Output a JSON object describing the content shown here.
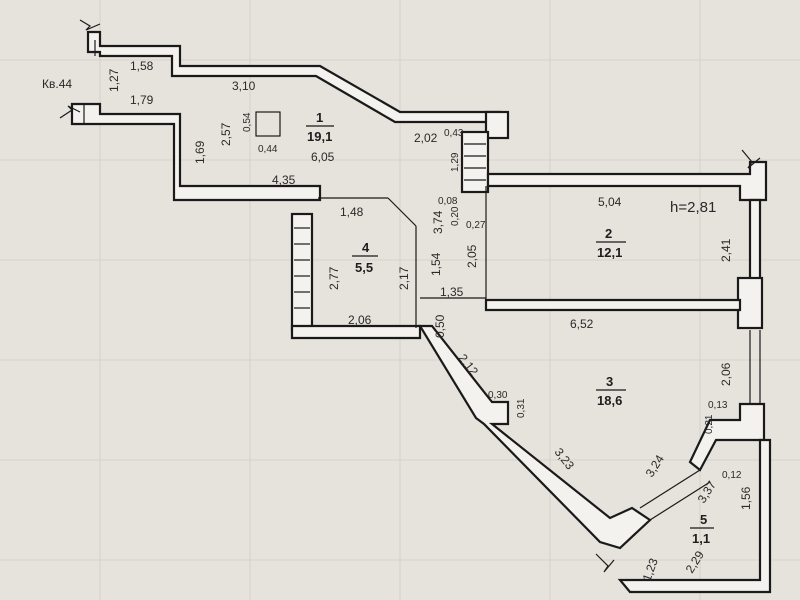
{
  "apartment": {
    "label": "Кв.44"
  },
  "height_label": "h=2,81",
  "rooms": [
    {
      "id": "room-1",
      "number": "1",
      "area": "19,1"
    },
    {
      "id": "room-2",
      "number": "2",
      "area": "12,1"
    },
    {
      "id": "room-3",
      "number": "3",
      "area": "18,6"
    },
    {
      "id": "room-4",
      "number": "4",
      "area": "5,5"
    },
    {
      "id": "room-5",
      "number": "5",
      "area": "1,1"
    }
  ],
  "dimensions": {
    "d158": "1,58",
    "d127": "1,27",
    "d179": "1,79",
    "d310": "3,10",
    "d257": "2,57",
    "d054": "0,54",
    "d044": "0,44",
    "d605": "6,05",
    "d169": "1,69",
    "d435": "4,35",
    "d202": "2,02",
    "d043": "0,43",
    "d129": "1,29",
    "d504": "5,04",
    "d008": "0,08",
    "d020": "0,20",
    "d027": "0,27",
    "d374": "3,74",
    "d148": "1,48",
    "d277": "2,77",
    "d217": "2,17",
    "d154": "1,54",
    "d205": "2,05",
    "d241": "2,41",
    "d135": "1,35",
    "d206a": "2,06",
    "d050": "0,50",
    "d652": "6,52",
    "d212": "2,12",
    "d030": "0,30",
    "d031": "0,31",
    "d206b": "2,06",
    "d013": "0,13",
    "d021": "0,21",
    "d323": "3,23",
    "d324": "3,24",
    "d012": "0,12",
    "d337": "3,37",
    "d156": "1,56",
    "d123": "1,23",
    "d229": "2,29"
  }
}
